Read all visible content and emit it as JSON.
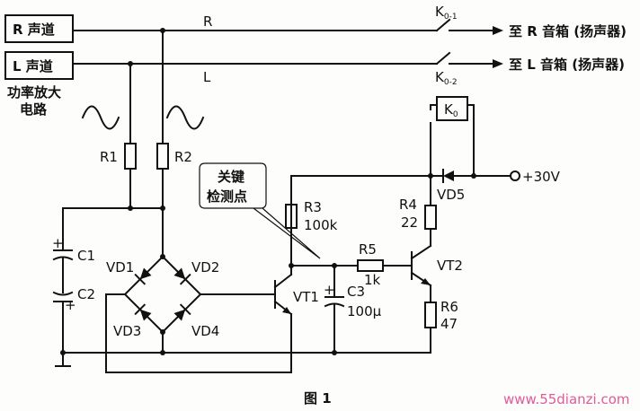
{
  "blocks": {
    "r_channel": "R 声道",
    "l_channel": "L 声道",
    "amplifier": [
      "功率放大",
      "电路"
    ]
  },
  "lines": {
    "r": "R",
    "l": "L"
  },
  "outputs": {
    "r_speaker": "至 R 音箱 (扬声器)",
    "l_speaker": "至 L 音箱 (扬声器)",
    "supply": "+30V"
  },
  "relay": {
    "contact1_main": "K",
    "contact1_sub": "0-1",
    "contact2_main": "K",
    "contact2_sub": "0-2",
    "coil_main": "K",
    "coil_sub": "0"
  },
  "components": {
    "R1": "R1",
    "R2": "R2",
    "R3": "R3",
    "R3_val": "100k",
    "R4": "R4",
    "R4_val": "22",
    "R5": "R5",
    "R5_val": "1k",
    "R6": "R6",
    "R6_val": "47",
    "C1": "C1",
    "C2": "C2",
    "C3": "C3",
    "C3_val": "100μ",
    "VD1": "VD1",
    "VD2": "VD2",
    "VD3": "VD3",
    "VD4": "VD4",
    "VD5": "VD5",
    "VT1": "VT1",
    "VT2": "VT2",
    "plus": "+"
  },
  "callout": [
    "关键",
    "检测点"
  ],
  "caption": "图 1",
  "watermark": "www.55dianzi.com"
}
